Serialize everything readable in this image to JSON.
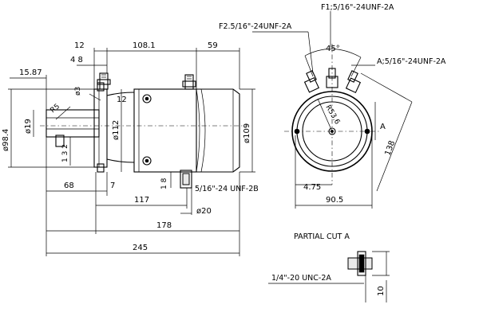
{
  "labels": {
    "d12": "12",
    "d108": "108.1",
    "d59": "59",
    "d48": "4 8",
    "d1587": "15.87",
    "d3": "ø3",
    "d12b": "12",
    "dR5": "R5",
    "d984": "ø98.4",
    "d19": "ø19",
    "d13_2": "1 3 2",
    "d112": "ø112",
    "d109": "ø109",
    "d68": "68",
    "d7": "7",
    "d18": "1 8",
    "d117": "117",
    "d20": "ø20",
    "d178": "178",
    "d245": "245",
    "thread_bottom": "5/16\"-24 UNF-2B",
    "thread_f2": "F2.5/16\"-24UNF-2A",
    "thread_f1": "F1;5/16\"-24UNF-2A",
    "thread_a": "A;5/16\"-24UNF-2A",
    "angle45": "45°",
    "r536": "R53.6",
    "letterA": "A",
    "d138": "138",
    "d475": "4.75",
    "d905": "90.5",
    "partial_cut": "PARTIAL CUT A",
    "thread_unc": "1/4\"-20 UNC-2A",
    "d10": "10"
  }
}
